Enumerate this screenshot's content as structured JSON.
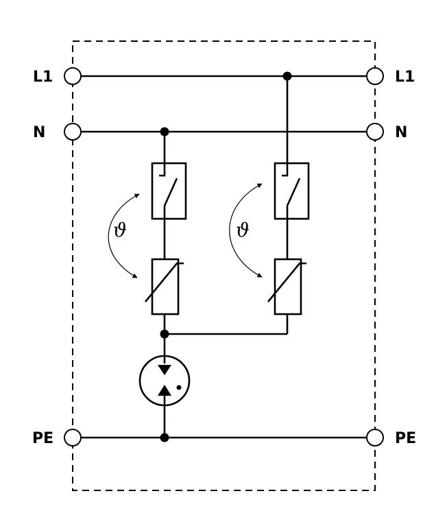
{
  "terminals": {
    "l1_left": "L1",
    "l1_right": "L1",
    "n_left": "N",
    "n_right": "N",
    "pe_left": "PE",
    "pe_right": "PE"
  },
  "symbols": {
    "thermal_left": "ϑ",
    "thermal_right": "ϑ"
  },
  "icons": {
    "spark_gap": "gas-discharge-tube-icon",
    "switch": "thermal-disconnector-icon",
    "varistor": "varistor-icon"
  },
  "colors": {
    "line": "#000000",
    "background": "#ffffff"
  }
}
